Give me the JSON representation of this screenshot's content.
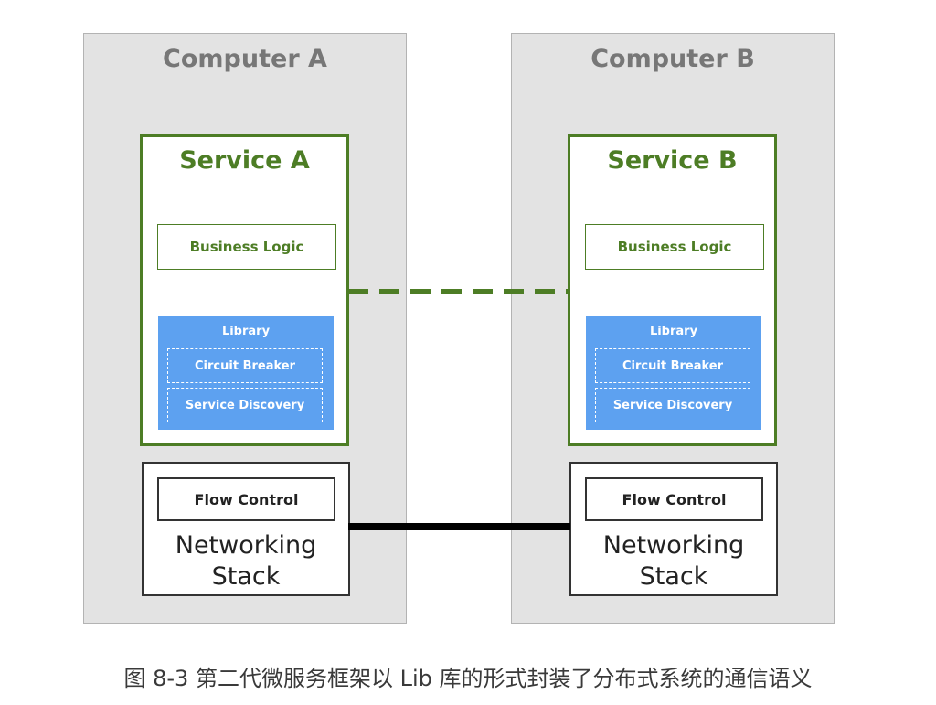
{
  "computers": [
    {
      "title": "Computer A",
      "service": {
        "title": "Service A",
        "business_logic": "Business Logic",
        "library": {
          "title": "Library",
          "items": [
            "Circuit Breaker",
            "Service Discovery"
          ]
        }
      },
      "networking": {
        "flow_control": "Flow Control",
        "stack_line1": "Networking",
        "stack_line2": "Stack"
      }
    },
    {
      "title": "Computer B",
      "service": {
        "title": "Service B",
        "business_logic": "Business Logic",
        "library": {
          "title": "Library",
          "items": [
            "Circuit Breaker",
            "Service Discovery"
          ]
        }
      },
      "networking": {
        "flow_control": "Flow Control",
        "stack_line1": "Networking",
        "stack_line2": "Stack"
      }
    }
  ],
  "connections": [
    {
      "from": "Service A",
      "to": "Service B",
      "style": "dashed",
      "color": "#4d7d25"
    },
    {
      "from": "Networking Stack A",
      "to": "Networking Stack B",
      "style": "solid",
      "color": "#000000"
    }
  ],
  "colors": {
    "computer_bg": "#e3e3e3",
    "service_green": "#4d7d25",
    "library_blue": "#5da1f0",
    "title_gray": "#777777"
  },
  "caption": "图 8-3 第二代微服务框架以 Lib 库的形式封装了分布式系统的通信语义"
}
